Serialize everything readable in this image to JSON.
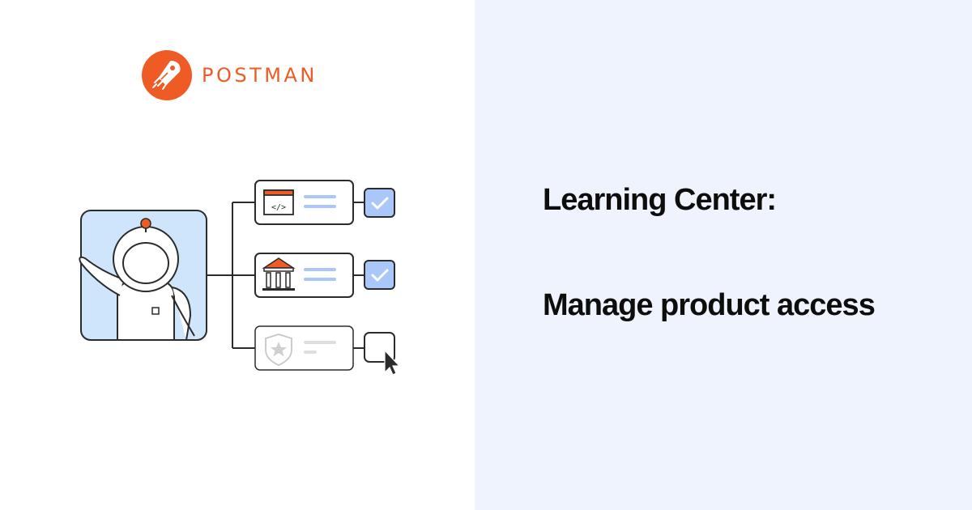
{
  "brand": {
    "name": "POSTMAN",
    "logo_icon": "postman-astronaut-logo",
    "accent_color": "#ef5b25"
  },
  "headline": {
    "line1": "Learning Center:",
    "line2": "Manage product access"
  },
  "colors": {
    "right_background": "#eef3fd",
    "left_background": "#ffffff",
    "check_fill": "#a9c7f8",
    "avatar_background": "#cfe5fb",
    "text_dark": "#0d0d0d"
  },
  "illustration": {
    "rows": [
      {
        "icon": "code-window-icon",
        "checked": true
      },
      {
        "icon": "bank-building-icon",
        "checked": true
      },
      {
        "icon": "shield-star-icon",
        "checked": false
      }
    ],
    "cursor_icon": "mouse-pointer-icon"
  }
}
